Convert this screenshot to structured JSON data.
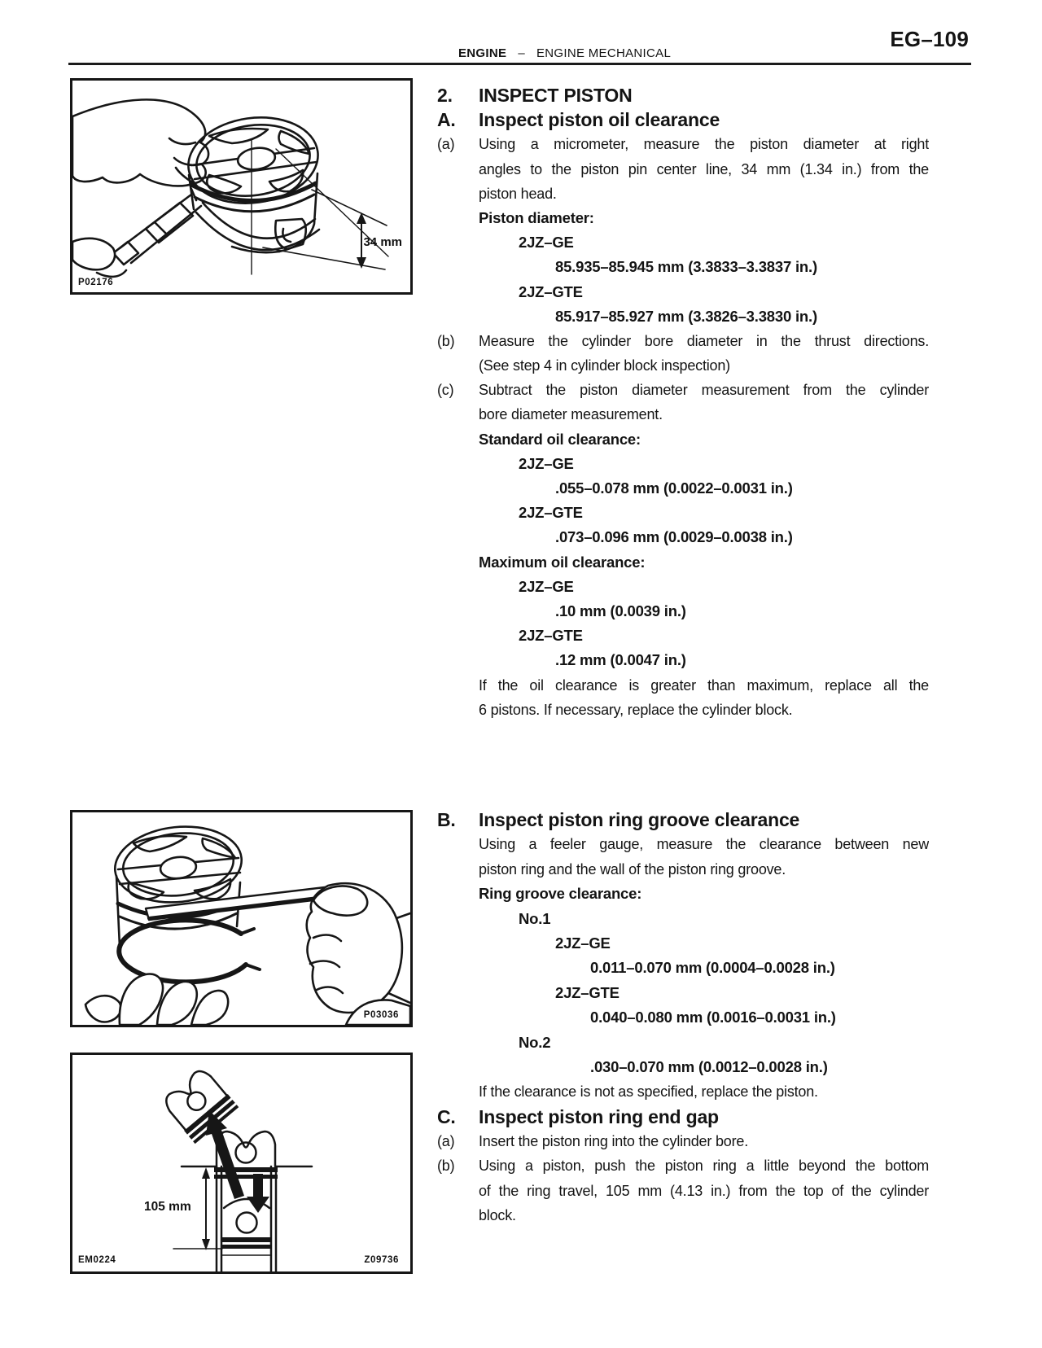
{
  "header": {
    "page_code": "EG–109",
    "chapter": "ENGINE",
    "dash": "–",
    "section": "ENGINE MECHANICAL"
  },
  "figures": {
    "fig1": {
      "code": "P02176",
      "dim_label": "34 mm",
      "alt": "Measuring piston diameter with a micrometer"
    },
    "fig2": {
      "code": "P03036",
      "alt": "Measuring piston ring groove clearance with a feeler gauge"
    },
    "fig3": {
      "code_left": "EM0224",
      "code_right": "Z09736",
      "dim_label": "105 mm",
      "alt": "Pushing the piston ring into the cylinder bore with a piston"
    }
  },
  "sectionA": {
    "step_marker": "2.",
    "step_title": "INSPECT PISTON",
    "marker": "A.",
    "title": "Inspect piston oil clearance",
    "item_a": {
      "marker": "(a)",
      "lines": [
        "Using a micrometer, measure the piston diameter at right",
        "angles to the piston pin center line, 34 mm (1.34 in.) from the",
        "piston head."
      ]
    },
    "piston_diameter": {
      "heading": "Piston diameter:",
      "ge_label": "2JZ–GE",
      "ge_value": "85.935–85.945 mm (3.3833–3.3837 in.)",
      "gte_label": "2JZ–GTE",
      "gte_value": "85.917–85.927 mm (3.3826–3.3830 in.)"
    },
    "item_b": {
      "marker": "(b)",
      "lines": [
        "Measure the cylinder bore diameter in the thrust directions.",
        "(See step 4 in cylinder block inspection)"
      ]
    },
    "item_c": {
      "marker": "(c)",
      "lines": [
        "Subtract the piston diameter measurement from the cylinder",
        "bore diameter measurement."
      ]
    },
    "standard": {
      "heading": "Standard oil clearance:",
      "ge_label": "2JZ–GE",
      "ge_value": ".055–0.078 mm (0.0022–0.0031 in.)",
      "gte_label": "2JZ–GTE",
      "gte_value": ".073–0.096 mm (0.0029–0.0038 in.)"
    },
    "maximum": {
      "heading": "Maximum oil clearance:",
      "ge_label": "2JZ–GE",
      "ge_value": ".10 mm (0.0039 in.)",
      "gte_label": "2JZ–GTE",
      "gte_value": ".12 mm (0.0047 in.)"
    },
    "note_lines": [
      "If the oil clearance is greater than maximum, replace all the",
      "6 pistons. If necessary, replace the cylinder block."
    ]
  },
  "sectionB": {
    "marker": "B.",
    "title": "Inspect piston ring groove clearance",
    "intro_lines": [
      "Using a feeler gauge, measure the clearance between new",
      "piston ring and the wall of the piston ring groove."
    ],
    "heading": "Ring groove clearance:",
    "no1_label": "No.1",
    "no1_ge_label": "2JZ–GE",
    "no1_ge_value": "0.011–0.070 mm (0.0004–0.0028 in.)",
    "no1_gte_label": "2JZ–GTE",
    "no1_gte_value": "0.040–0.080 mm (0.0016–0.0031 in.)",
    "no2_label": "No.2",
    "no2_value": ".030–0.070 mm (0.0012–0.0028 in.)",
    "note": "If the clearance is not as specified, replace the piston."
  },
  "sectionC": {
    "marker": "C.",
    "title": "Inspect piston ring end gap",
    "item_a": {
      "marker": "(a)",
      "lines": [
        "Insert the piston ring into the cylinder bore."
      ]
    },
    "item_b": {
      "marker": "(b)",
      "lines": [
        "Using a piston, push the piston ring a little beyond the bottom",
        "of the ring travel, 105 mm (4.13 in.) from the top of the cylinder",
        "block."
      ]
    }
  }
}
